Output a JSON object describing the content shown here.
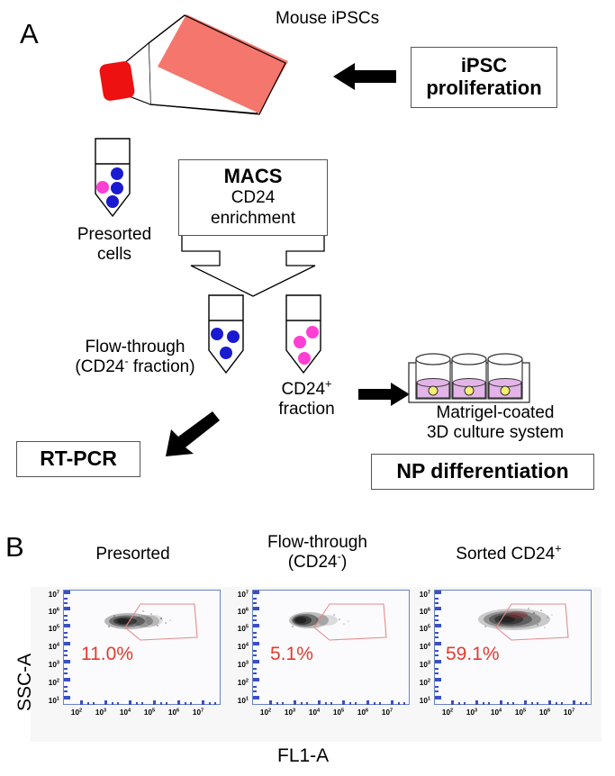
{
  "panels": {
    "a_letter": "A",
    "b_letter": "B"
  },
  "panel_a": {
    "flask_label": "Mouse iPSCs",
    "proliferation_box": {
      "line1": "iPSC",
      "line2": "proliferation"
    },
    "presorted_label": {
      "line1": "Presorted",
      "line2": "cells"
    },
    "macs_box": {
      "title": "MACS",
      "line2": "CD24",
      "line3": "enrichment"
    },
    "flowthrough_label": {
      "line1": "Flow-through",
      "line2_pre": "(CD24",
      "line2_sup": "-",
      "line2_post": " fraction)"
    },
    "cd24pos_label": {
      "line1_pre": "CD24",
      "line1_sup": "+",
      "line2": "fraction"
    },
    "matrigel_label": {
      "line1": "Matrigel-coated",
      "line2": "3D culture system"
    },
    "rtpcr_box": "RT-PCR",
    "np_box": "NP differentiation",
    "colors": {
      "flask_body": "#f4766c",
      "flask_cap": "#ee1111",
      "cd24_negative_cell": "#1a1ad0",
      "cd24_positive_cell": "#ff3fd4",
      "matrigel": "#e3b4e8",
      "np_cell": "#f5ef72",
      "box_border": "#555555",
      "arrow_black": "#000000"
    }
  },
  "panel_b": {
    "y_axis_name": "SSC-A",
    "x_axis_name": "FL1-A",
    "gate_color": "#e88a8a",
    "percent_color": "#e23b2e",
    "axis_frame_color": "#6a82c8",
    "tick_mark_color": "#3b4fc4",
    "chart_data": {
      "type": "scatter",
      "title": "Flow cytometry CD24 sorting",
      "xlabel": "FL1-A",
      "ylabel": "SSC-A",
      "xscale": "log",
      "yscale": "log",
      "xlim": [
        10,
        100000000
      ],
      "ylim": [
        10,
        100000000
      ],
      "xticks": [
        "10",
        "10",
        "10",
        "10",
        "10",
        "10"
      ],
      "xtick_exponents": [
        "2",
        "3",
        "4",
        "5",
        "6",
        "7"
      ],
      "yticks": [
        "10",
        "10",
        "10",
        "10",
        "10",
        "10",
        "10"
      ],
      "ytick_exponents": [
        "7",
        "6",
        "5",
        "4",
        "3",
        "2",
        "1"
      ],
      "grid": false,
      "legend": "none",
      "panels": [
        {
          "name": "presorted",
          "title_line1": "Presorted",
          "title_line2": "",
          "title_sup": "",
          "gate_percent": "11.0%",
          "gate_value": 11.0,
          "cluster_center_x": 20000,
          "cluster_center_y": 600000,
          "cluster_density": "medium"
        },
        {
          "name": "flow-through",
          "title_line1": "Flow-through",
          "title_line2": "(CD24",
          "title_sup": "-",
          "title_line2_post": ")",
          "gate_percent": "5.1%",
          "gate_value": 5.1,
          "cluster_center_x": 12000,
          "cluster_center_y": 600000,
          "cluster_density": "tight"
        },
        {
          "name": "sorted-cd24-positive",
          "title_line1": "Sorted CD24",
          "title_sup": "+",
          "title_line2": "",
          "gate_percent": "59.1%",
          "gate_value": 59.1,
          "cluster_center_x": 60000,
          "cluster_center_y": 600000,
          "cluster_density": "broad"
        }
      ]
    }
  }
}
